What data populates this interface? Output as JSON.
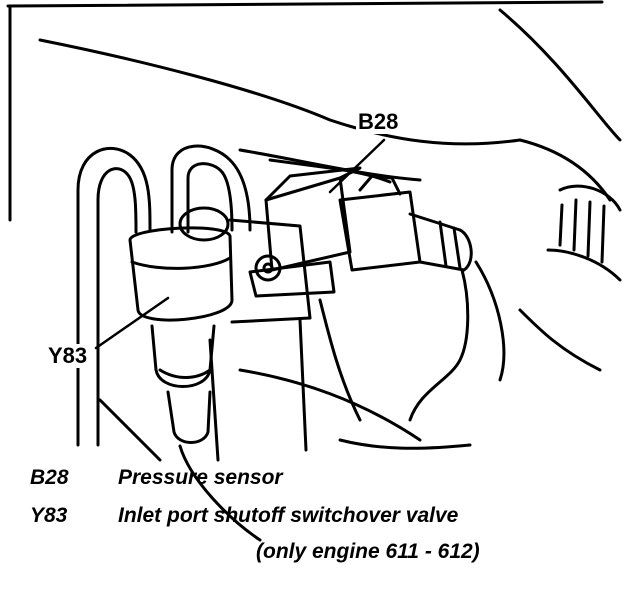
{
  "callouts": {
    "b28": "B28",
    "y83": "Y83"
  },
  "legend": [
    {
      "code": "B28",
      "description": "Pressure sensor"
    },
    {
      "code": "Y83",
      "description": "Inlet port shutoff switchover valve"
    }
  ],
  "legend_note": "(only engine 611 - 612)",
  "colors": {
    "ink": "#000000",
    "paper": "#ffffff"
  }
}
